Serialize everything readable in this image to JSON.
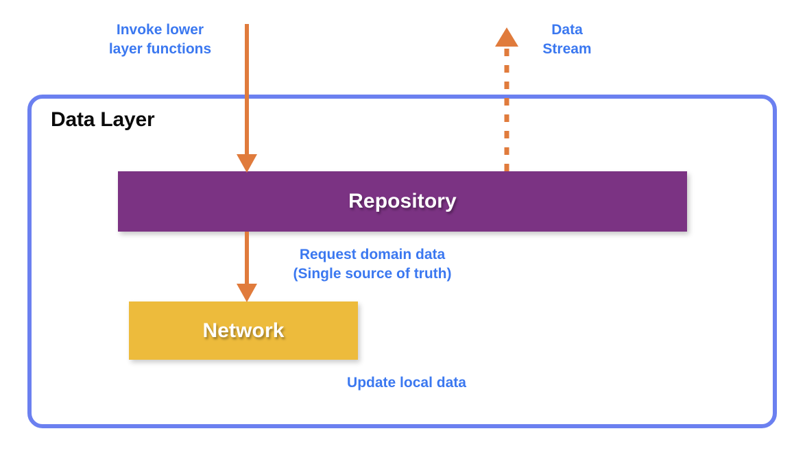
{
  "diagram": {
    "title": "Data Layer architecture diagram",
    "container": {
      "label": "Data Layer",
      "border_color": "#6B80F0"
    },
    "blocks": [
      {
        "id": "repository",
        "label": "Repository",
        "color": "#7B3383",
        "text_color": "#FFFFFF"
      },
      {
        "id": "network",
        "label": "Network",
        "color": "#EDBB3C",
        "text_color": "#FFFFFF"
      }
    ],
    "annotations": {
      "invoke": "Invoke lower\nlayer functions",
      "data_stream": "Data\nStream",
      "request": "Request domain data\n(Single source of truth)",
      "update": "Update local data",
      "text_color": "#3B78F0"
    },
    "arrows": [
      {
        "id": "invoke-arrow",
        "style": "solid",
        "direction": "down",
        "color": "#E07B3C",
        "from": "outside-top",
        "to": "repository"
      },
      {
        "id": "data-stream-arrow",
        "style": "dashed",
        "direction": "up",
        "color": "#E07B3C",
        "from": "repository",
        "to": "outside-top"
      },
      {
        "id": "request-arrow",
        "style": "solid",
        "direction": "down",
        "color": "#E07B3C",
        "from": "repository",
        "to": "network"
      }
    ]
  }
}
